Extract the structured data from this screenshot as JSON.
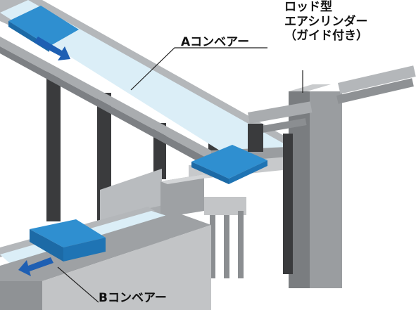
{
  "labels": {
    "conveyor_a": "Aコンベアー",
    "conveyor_b": "Bコンベアー",
    "cylinder": [
      "ロッド型",
      "エアシリンダー",
      "（ガイド付き）"
    ]
  },
  "colors": {
    "belt": "#dbeef7",
    "frame": "#a9acaf",
    "frame_dark": "#7d8084",
    "post": "#3a3b3d",
    "box": "#2f8fd0",
    "box_dark": "#1c6aa6",
    "arrow": "#1e5fb3",
    "leader": "#222222"
  },
  "icons": [
    "arrow-left-down-icon",
    "arrow-right-down-icon"
  ]
}
